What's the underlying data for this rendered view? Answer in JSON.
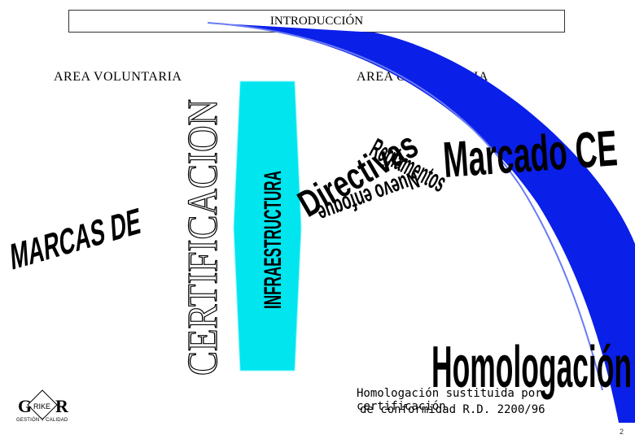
{
  "title": "INTRODUCCIÓN",
  "area_voluntaria": "AREA VOLUNTARIA",
  "area_obligatoria": "AREA OBLIGATORIA",
  "certificacion_word": "CERTIFICACION",
  "marcas_de": "MARCAS DE",
  "infraestructura": "INFRAESTRUCTURA",
  "directivas": "Directivas",
  "nuevo_enfoque": "Nuevo enfoque",
  "reglamentos": "Reglamentos",
  "marcado_ce": "Marcado CE",
  "homologacion": "Homologación",
  "note_line1": "Homologación  sustituida por certificación",
  "note_line2": "de conformidad R.D. 2200/96",
  "logo": {
    "left": "G",
    "inner": "RIKE",
    "right": "R",
    "subtitle": "GESTIÓN Y CALIDAD"
  },
  "page_number": "2",
  "colors": {
    "infra_band": "#00E5EE",
    "wave_blue": "#0A1FE8",
    "wave_light": "#4C5CF0"
  }
}
